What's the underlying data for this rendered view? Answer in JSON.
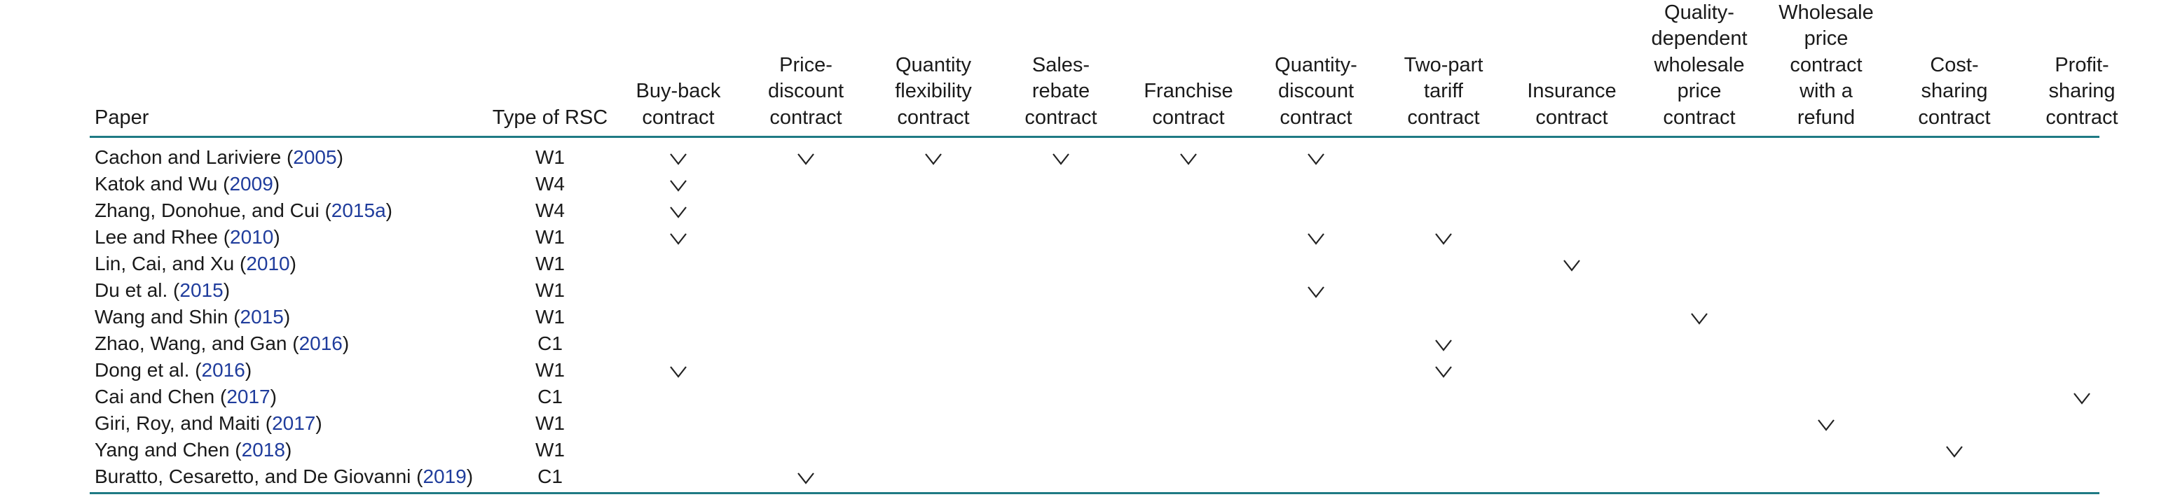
{
  "headers": {
    "paper": "Paper",
    "type": "Type of RSC",
    "contracts": [
      "Buy-back\ncontract",
      "Price-\ndiscount\ncontract",
      "Quantity\nflexibility\ncontract",
      "Sales-\nrebate\ncontract",
      "Franchise\ncontract",
      "Quantity-\ndiscount\ncontract",
      "Two-part\ntariff\ncontract",
      "Insurance\ncontract",
      "Quality-\ndependent\nwholesale\nprice\ncontract",
      "Wholesale\nprice\ncontract\nwith a\nrefund",
      "Cost-\nsharing\ncontract",
      "Profit-\nsharing\ncontract"
    ]
  },
  "check_symbol": "∨",
  "rows": [
    {
      "authors": "Cachon and Lariviere (",
      "year": "2005",
      "type": "W1",
      "checks": [
        0,
        1,
        2,
        3,
        4,
        5
      ]
    },
    {
      "authors": "Katok and Wu (",
      "year": "2009",
      "type": "W4",
      "checks": [
        0
      ]
    },
    {
      "authors": "Zhang, Donohue, and Cui (",
      "year": "2015a",
      "type": "W4",
      "checks": [
        0
      ]
    },
    {
      "authors": "Lee and Rhee (",
      "year": "2010",
      "type": "W1",
      "checks": [
        0,
        5,
        6
      ]
    },
    {
      "authors": "Lin, Cai, and Xu (",
      "year": "2010",
      "type": "W1",
      "checks": [
        7
      ]
    },
    {
      "authors": "Du et  al. (",
      "year": "2015",
      "type": "W1",
      "checks": [
        5
      ]
    },
    {
      "authors": "Wang and Shin (",
      "year": "2015",
      "type": "W1",
      "checks": [
        8
      ]
    },
    {
      "authors": "Zhao, Wang, and Gan (",
      "year": "2016",
      "type": "C1",
      "checks": [
        6
      ]
    },
    {
      "authors": "Dong et  al. (",
      "year": "2016",
      "type": "W1",
      "checks": [
        0,
        6
      ]
    },
    {
      "authors": "Cai and Chen (",
      "year": "2017",
      "type": "C1",
      "checks": [
        11
      ]
    },
    {
      "authors": "Giri, Roy, and Maiti (",
      "year": "2017",
      "type": "W1",
      "checks": [
        9
      ]
    },
    {
      "authors": "Yang and Chen (",
      "year": "2018",
      "type": "W1",
      "checks": [
        10
      ]
    },
    {
      "authors": "Buratto, Cesaretto, and De Giovanni (",
      "year": "2019",
      "type": "C1",
      "checks": [
        1
      ]
    }
  ]
}
